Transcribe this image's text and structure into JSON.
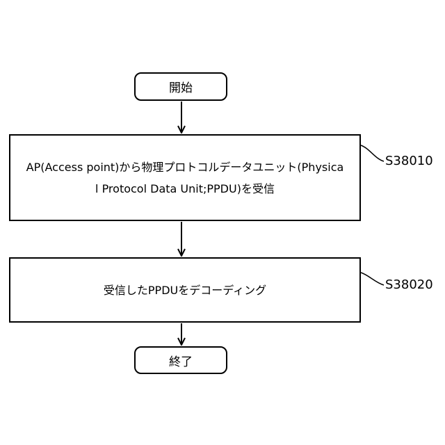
{
  "flowchart": {
    "start": "開始",
    "steps": [
      {
        "id": "S38010",
        "text": "AP(Access point)から物理プロトコルデータユニット(Physical Protocol Data Unit;PPDU)を受信"
      },
      {
        "id": "S38020",
        "text": "受信したPPDUをデコーディング"
      }
    ],
    "end": "終了"
  }
}
